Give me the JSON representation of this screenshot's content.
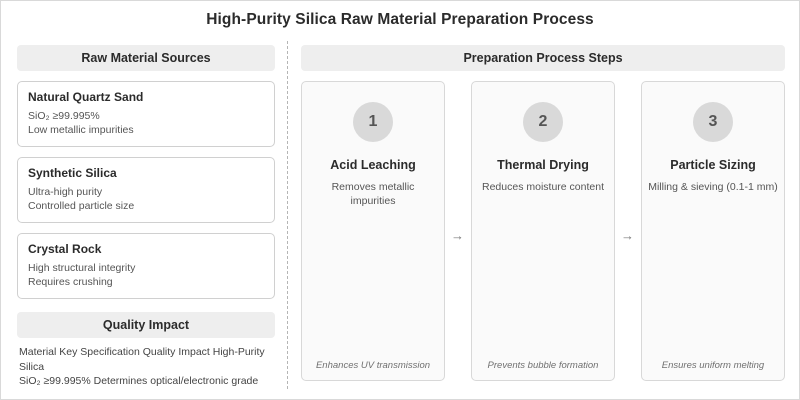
{
  "title": "High-Purity Silica Raw Material Preparation Process",
  "left": {
    "sources_header": "Raw Material Sources",
    "sources": [
      {
        "name": "Natural Quartz Sand",
        "lines": [
          "SiO₂ ≥99.995%",
          "Low metallic impurities"
        ]
      },
      {
        "name": "Synthetic Silica",
        "lines": [
          "Ultra-high purity",
          "Controlled particle size"
        ]
      },
      {
        "name": "Crystal Rock",
        "lines": [
          "High structural integrity",
          "Requires crushing"
        ]
      }
    ],
    "quality_header": "Quality Impact",
    "quality_lines": [
      "Material Key Specification Quality Impact High-Purity Silica",
      "SiO₂ ≥99.995% Determines optical/electronic grade"
    ]
  },
  "right": {
    "steps_header": "Preparation Process Steps",
    "arrow_glyph": "→",
    "steps": [
      {
        "number": "1",
        "title": "Acid Leaching",
        "desc": "Removes metallic impurities",
        "footer": "Enhances UV transmission"
      },
      {
        "number": "2",
        "title": "Thermal Drying",
        "desc": "Reduces moisture content",
        "footer": "Prevents bubble formation"
      },
      {
        "number": "3",
        "title": "Particle Sizing",
        "desc": "Milling & sieving (0.1-1 mm)",
        "footer": "Ensures uniform melting"
      }
    ]
  },
  "colors": {
    "header_bg": "#eeeeee",
    "circle_bg": "#d9d9d9",
    "card_bg": "#fafafa",
    "border": "#d8d8d8"
  }
}
